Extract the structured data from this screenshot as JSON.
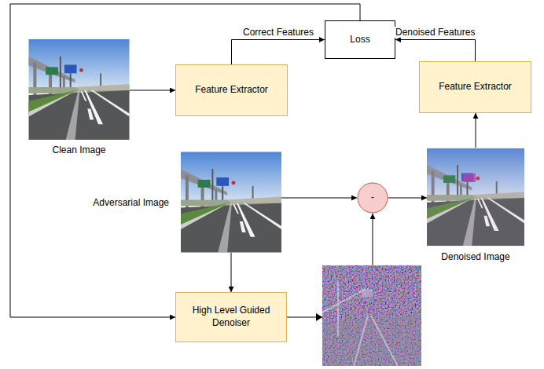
{
  "diagram": {
    "nodes": [
      {
        "text": [
          "Loss"
        ]
      },
      {
        "text": [
          "Clean Image"
        ]
      },
      {
        "text": [
          "Feature Extractor"
        ]
      },
      {
        "text": [
          "Feature Extractor"
        ]
      },
      {
        "text": [
          "Adversarial Image"
        ]
      },
      {
        "text": [
          "-"
        ]
      },
      {
        "text": [
          "Denoised Image"
        ]
      },
      {
        "text": [
          "High Level Guided Denoiser"
        ]
      }
    ],
    "edges": [
      {
        "from": 1,
        "to": 2,
        "arrow": "to"
      },
      {
        "from": 2,
        "to": 0,
        "label": "Correct Features",
        "arrow": "to"
      },
      {
        "from": 3,
        "to": 0,
        "label": "Denoised Features",
        "arrow": "to"
      },
      {
        "from": 0,
        "to": 7,
        "arrow": "to"
      },
      {
        "from": 4,
        "to": 5,
        "arrow": "to"
      },
      {
        "from": 4,
        "to": 7,
        "arrow": "to"
      },
      {
        "from": 7,
        "to": 5,
        "arrow": "to"
      },
      {
        "from": 5,
        "to": 6,
        "arrow": "to"
      },
      {
        "from": 6,
        "to": 3,
        "arrow": "to"
      }
    ]
  }
}
